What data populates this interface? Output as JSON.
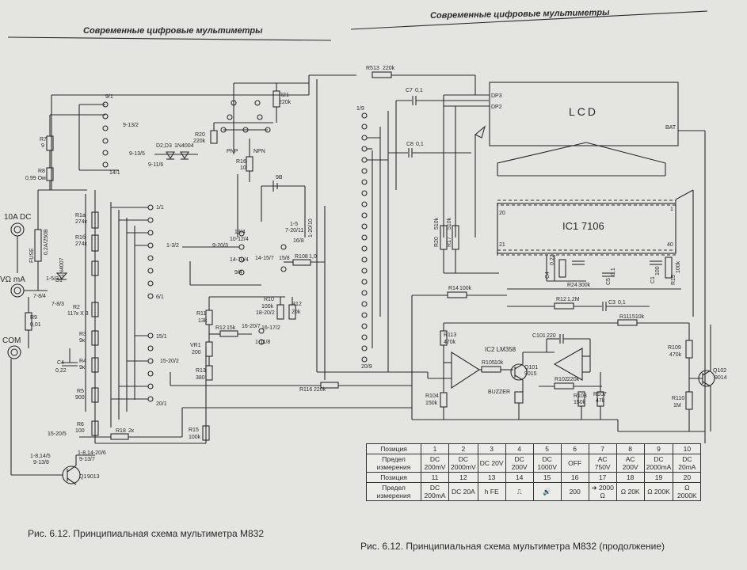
{
  "header_left": "Современные цифровые мультиметры",
  "header_right": "Современные цифровые мультиметры",
  "caption_left": "Рис. 6.12. Принципиальная схема мультиметра М832",
  "caption_right": "Рис. 6.12. Принципиальная схема мультиметра М832 (продолжение)",
  "terminals": {
    "a10": "10A DC",
    "vma": "VΩ mA",
    "com": "COM"
  },
  "switch_left_labels": [
    "9/1",
    "9-13/2",
    "9-13/5",
    "9-11/6",
    "14/1",
    "1/1",
    "1-3/2",
    "6/1",
    "15/1",
    "15-20/2",
    "20/1",
    "15-20/5",
    "1-8,14/5",
    "9-13/8",
    "1-8,14-20/6",
    "9-13/7",
    "1-5/3",
    "7-8/4",
    "7-8/3"
  ],
  "switch_mid_labels": [
    "13/4",
    "10-12/4",
    "14-70/4",
    "9/4",
    "14-15/7",
    "15/8",
    "16/8",
    "1-5",
    "7-20/11",
    "1-20/10",
    "9-20/3",
    "16-20/7",
    "18-20/2",
    "16-17/2",
    "1-11/8"
  ],
  "switch_right_labels": [
    "1/9",
    "20/9"
  ],
  "components_left": [
    {
      "ref": "R7",
      "value": "9"
    },
    {
      "ref": "R8",
      "value": "0,99 Ом"
    },
    {
      "ref": "R1a",
      "value": "274к"
    },
    {
      "ref": "R1б",
      "value": "274к"
    },
    {
      "ref": "R2",
      "value": "117к X 3"
    },
    {
      "ref": "R3",
      "value": "9к"
    },
    {
      "ref": "R4",
      "value": "9к"
    },
    {
      "ref": "R5",
      "value": "900"
    },
    {
      "ref": "R6",
      "value": "100"
    },
    {
      "ref": "R9",
      "value": "0,01"
    },
    {
      "ref": "C4",
      "value": "0,22"
    },
    {
      "ref": "R18",
      "value": "2к"
    },
    {
      "ref": "D1",
      "value": "1N4007"
    },
    {
      "ref": "Q1",
      "value": "9013"
    },
    {
      "ref": "FUSE",
      "value": "0,2A/250B"
    }
  ],
  "components_mid": [
    {
      "ref": "R20",
      "value": "220k"
    },
    {
      "ref": "R21",
      "value": "220k"
    },
    {
      "ref": "D2,D3",
      "value": "1N4004"
    },
    {
      "ref": "R16",
      "value": "10"
    },
    {
      "ref": "R11",
      "value": "13k"
    },
    {
      "ref": "R12",
      "value": "15k"
    },
    {
      "ref": "VR1",
      "value": "200"
    },
    {
      "ref": "R13",
      "value": "380"
    },
    {
      "ref": "R15",
      "value": "100k"
    },
    {
      "ref": "R10",
      "value": "100k"
    },
    {
      "ref": "R12",
      "value": "20k"
    },
    {
      "ref": "R108",
      "value": "1,0"
    },
    {
      "ref": "R116",
      "value": "220k"
    },
    {
      "ref": "9B",
      "value": ""
    }
  ],
  "pnp_label": "PNP",
  "npn_label": "NPN",
  "components_right": [
    {
      "ref": "R513",
      "value": "220k"
    },
    {
      "ref": "C7",
      "value": "0,1"
    },
    {
      "ref": "C8",
      "value": "0,1"
    },
    {
      "ref": "R20",
      "value": "510k"
    },
    {
      "ref": "R17",
      "value": "510k"
    },
    {
      "ref": "R14",
      "value": "100k"
    },
    {
      "ref": "R12",
      "value": "1,2M"
    },
    {
      "ref": "C3",
      "value": "0,1"
    },
    {
      "ref": "R111",
      "value": "510k"
    },
    {
      "ref": "R113",
      "value": "470k"
    },
    {
      "ref": "R104",
      "value": "150k"
    },
    {
      "ref": "R105",
      "value": "10k"
    },
    {
      "ref": "Q101",
      "value": "9015"
    },
    {
      "ref": "C101",
      "value": "220"
    },
    {
      "ref": "R102",
      "value": "220k"
    },
    {
      "ref": "R103",
      "value": "150k"
    },
    {
      "ref": "R107",
      "value": "47k"
    },
    {
      "ref": "R109",
      "value": "470k"
    },
    {
      "ref": "R110",
      "value": "1M"
    },
    {
      "ref": "Q102",
      "value": "9014"
    },
    {
      "ref": "C4",
      "value": "0,22"
    },
    {
      "ref": "R24",
      "value": "300k"
    },
    {
      "ref": "C5",
      "value": "0,1"
    },
    {
      "ref": "C1",
      "value": "100"
    },
    {
      "ref": "R15",
      "value": "100k"
    }
  ],
  "lcd_label": "LCD",
  "lcd_pins": [
    "DP3",
    "DP2",
    "BAT"
  ],
  "ic1": {
    "label": "IC1 7106",
    "pin20": "20",
    "pin1": "1",
    "pin21": "21",
    "pin40": "40"
  },
  "ic2_label": "IC2 LM358",
  "buzzer_label": "BUZZER",
  "table": {
    "row1_label": "Позиция",
    "row1": [
      "1",
      "2",
      "3",
      "4",
      "5",
      "6",
      "7",
      "8",
      "9",
      "10"
    ],
    "row2_label": "Предел измерения",
    "row2": [
      "DC 200mV",
      "DC 2000mV",
      "DC 20V",
      "DC 200V",
      "DC 1000V",
      "OFF",
      "AC 750V",
      "AC 200V",
      "DC 2000mA",
      "DC 20mA"
    ],
    "row3_label": "Позиция",
    "row3": [
      "11",
      "12",
      "13",
      "14",
      "15",
      "16",
      "17",
      "18",
      "19",
      "20"
    ],
    "row4_label": "Предел измерения",
    "row4": [
      "DC 200mA",
      "DC 20A",
      "h FE",
      "⎍",
      "🔊",
      "200",
      "➜ 2000 Ω",
      "Ω 20K",
      "Ω 200K",
      "Ω 2000K"
    ]
  },
  "colors": {
    "ink": "#2a2a2a",
    "paper": "#e4e4e0"
  }
}
